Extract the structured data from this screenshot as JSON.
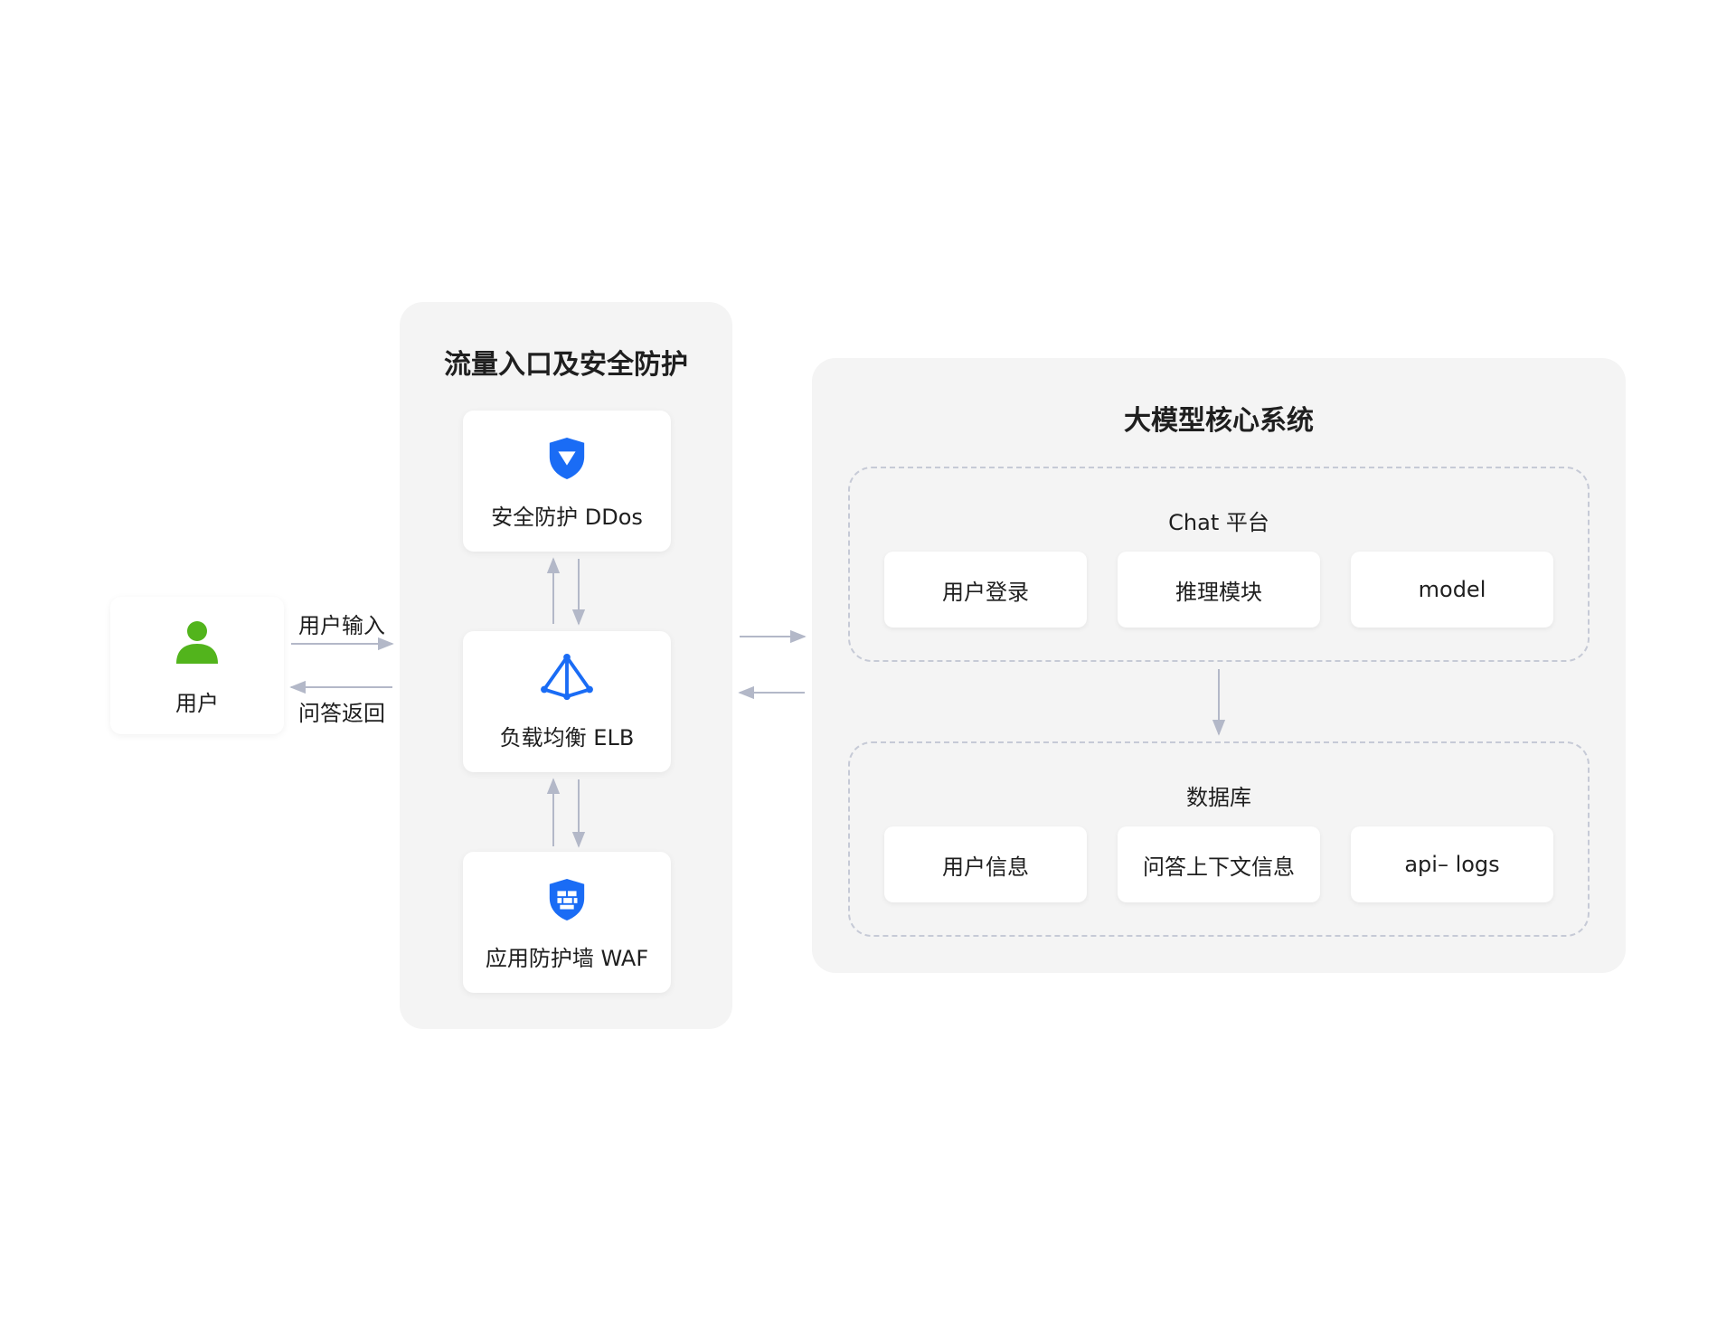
{
  "user": {
    "label": "用户"
  },
  "flows": {
    "user_input": "用户输入",
    "qa_return": "问答返回"
  },
  "ingress": {
    "title": "流量入口及安全防护",
    "cards": [
      {
        "label": "安全防护 DDos",
        "icon": "shield-icon"
      },
      {
        "label": "负载均衡 ELB",
        "icon": "load-balancer-icon"
      },
      {
        "label": "应用防护墙 WAF",
        "icon": "firewall-shield-icon"
      }
    ]
  },
  "core": {
    "title": "大模型核心系统",
    "chat": {
      "title": "Chat 平台",
      "items": [
        "用户登录",
        "推理模块",
        "model"
      ]
    },
    "db": {
      "title": "数据库",
      "items": [
        "用户信息",
        "问答上下文信息",
        "api– logs"
      ]
    }
  },
  "colors": {
    "accent_blue": "#1a6cf5",
    "user_green": "#52b41c",
    "arrow": "#b3b8c8",
    "panel_bg": "#f4f4f4"
  }
}
